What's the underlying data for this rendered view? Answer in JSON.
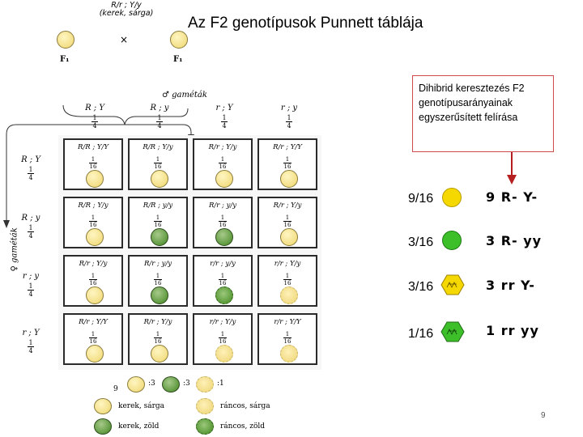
{
  "title": "Az F2 genotípusok Punnett táblája",
  "cross": {
    "top_genotype": "R/r ; Y/y",
    "top_phenotype": "(kerek, sárga)",
    "times": "×",
    "f1_left": "F₁",
    "f1_right": "F₁"
  },
  "male_gametes_label": "♂ gaméták",
  "female_gametes_label": "♀ gaméták",
  "gamete_fraction": [
    "1",
    "4"
  ],
  "col_gametes": [
    "R ; Y",
    "R ; y",
    "r ; Y",
    "r ; y"
  ],
  "row_gametes": [
    "R ; Y",
    "R ; y",
    "r ; y",
    "r ; Y"
  ],
  "cells": [
    [
      {
        "g": "R/R ; Y/Y",
        "s": "yellow"
      },
      {
        "g": "R/R ; Y/y",
        "s": "yellow"
      },
      {
        "g": "R/r ; Y/y",
        "s": "yellow"
      },
      {
        "g": "R/r ; Y/Y",
        "s": "yellow"
      }
    ],
    [
      {
        "g": "R/R ; Y/y",
        "s": "yellow"
      },
      {
        "g": "R/R ; y/y",
        "s": "green"
      },
      {
        "g": "R/r ; y/y",
        "s": "green"
      },
      {
        "g": "R/r ; Y/y",
        "s": "yellow"
      }
    ],
    [
      {
        "g": "R/r ; Y/y",
        "s": "yellow"
      },
      {
        "g": "R/r ; y/y",
        "s": "green"
      },
      {
        "g": "r/r ; y/y",
        "s": "wrinkled-green"
      },
      {
        "g": "r/r ; Y/y",
        "s": "wrinkled-yellow"
      }
    ],
    [
      {
        "g": "R/r ; Y/Y",
        "s": "yellow"
      },
      {
        "g": "R/r ; Y/y",
        "s": "yellow"
      },
      {
        "g": "r/r ; Y/y",
        "s": "wrinkled-yellow"
      },
      {
        "g": "r/r ; Y/Y",
        "s": "wrinkled-yellow"
      }
    ]
  ],
  "cell_fraction": [
    "1",
    "16"
  ],
  "legend": {
    "ratio": [
      "9",
      ":3",
      ":3",
      ":1"
    ],
    "items": [
      "kerek, sárga",
      "ráncos, sárga",
      "kerek, zöld",
      "ráncos, zöld"
    ]
  },
  "info_box": "Dihibrid keresztezés F2 genotípusarányainak egyszerűsített felírása",
  "summary": [
    {
      "ratio": "9/16",
      "pheno": "9  R- Y-",
      "icon": "yellow-round-seed-icon",
      "style": "round-yellow"
    },
    {
      "ratio": "3/16",
      "pheno": "3  R- yy",
      "icon": "green-round-seed-icon",
      "style": "round-green"
    },
    {
      "ratio": "3/16",
      "pheno": "3  rr Y-",
      "icon": "yellow-wrinkled-seed-icon",
      "style": "wrinkled-yellow"
    },
    {
      "ratio": "1/16",
      "pheno": "1  rr yy",
      "icon": "green-wrinkled-seed-icon",
      "style": "wrinkled-green"
    }
  ],
  "colors": {
    "yellow": "#f5d800",
    "green": "#3dbf2a",
    "box_border": "#d24a4a",
    "arrow": "#b51f1f"
  },
  "page_number": "9"
}
